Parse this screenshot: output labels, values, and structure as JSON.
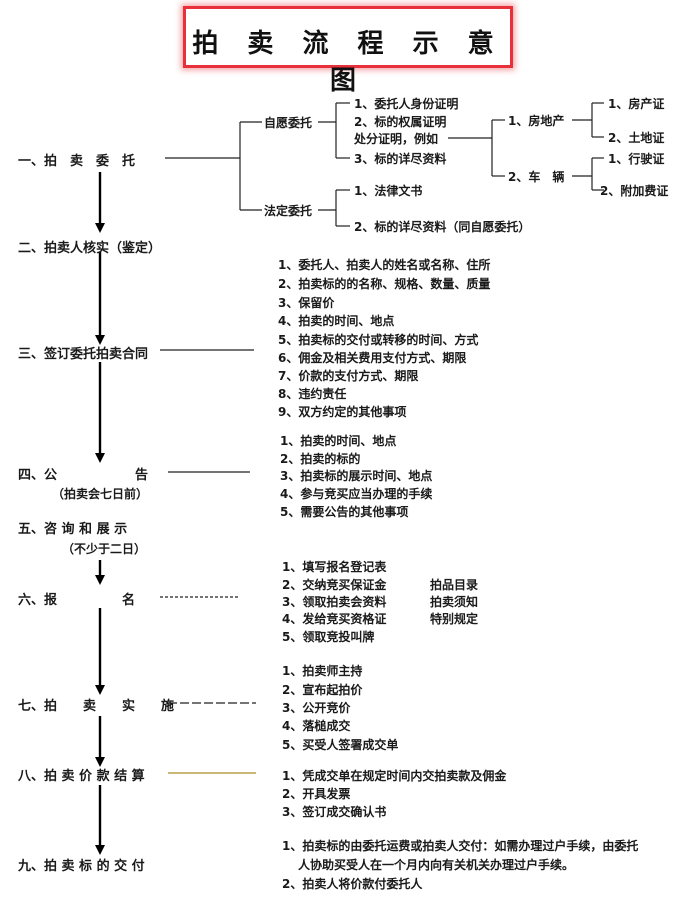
{
  "title": "拍 卖 流 程 示 意 图",
  "steps": [
    {
      "label": "一、拍　卖　委　托"
    },
    {
      "label": "二、拍卖人核实（鉴定）"
    },
    {
      "label": "三、签订委托拍卖合同"
    },
    {
      "label": "四、公　　　　　　告",
      "note": "（拍卖会七日前）"
    },
    {
      "label": "五、咨 询 和 展 示",
      "note": "（不少于二日）"
    },
    {
      "label": "六、报　　　　　名"
    },
    {
      "label": "七、拍　　卖　　实　　施"
    },
    {
      "label": "八、拍 卖 价 款 结 算"
    },
    {
      "label": "九、拍 卖 标 的 交 付"
    }
  ],
  "entrust": {
    "voluntary": "自愿委托",
    "voluntary_items": [
      "1、委托人身份证明",
      "2、标的权属证明",
      "处分证明，例如",
      "3、标的详尽资料"
    ],
    "real_estate": "1、房地产",
    "real_estate_items": [
      "1、房产证",
      "2、土地证"
    ],
    "vehicle": "2、车　辆",
    "vehicle_items": [
      "1、行驶证",
      "2、附加费证"
    ],
    "legal": "法定委托",
    "legal_items": [
      "1、法律文书",
      "2、标的详尽资料（同自愿委托）"
    ]
  },
  "contract_items": [
    "1、委托人、拍卖人的姓名或名称、住所",
    "2、拍卖标的的名称、规格、数量、质量",
    "3、保留价",
    "4、拍卖的时间、地点",
    "5、拍卖标的交付或转移的时间、方式",
    "6、佣金及相关费用支付方式、期限",
    "7、价款的支付方式、期限",
    "8、违约责任",
    "9、双方约定的其他事项"
  ],
  "notice_items": [
    "1、拍卖的时间、地点",
    "2、拍卖的标的",
    "3、拍卖标的展示时间、地点",
    "4、参与竞买应当办理的手续",
    "5、需要公告的其他事项"
  ],
  "register_items": [
    "1、填写报名登记表",
    "2、交纳竞买保证金",
    "3、领取拍卖会资料",
    "4、发给竞买资格证",
    "5、领取竞投叫牌"
  ],
  "register_side": [
    "拍品目录",
    "拍卖须知",
    "特别规定"
  ],
  "implement_items": [
    "1、拍卖师主持",
    "2、宣布起拍价",
    "3、公开竞价",
    "4、落槌成交",
    "5、买受人签署成交单"
  ],
  "settle_items": [
    "1、凭成交单在规定时间内交拍卖款及佣金",
    "2、开具发票",
    "3、签订成交确认书"
  ],
  "deliver_items": [
    "1、拍卖标的由委托运费或拍卖人交付：如需办理过户手续，由委托",
    "人协助买受人在一个月内向有关机关办理过户手续。",
    "2、拍卖人将价款付委托人"
  ],
  "colors": {
    "title_border": "#e8303a",
    "settle_line": "#b8a04a"
  }
}
